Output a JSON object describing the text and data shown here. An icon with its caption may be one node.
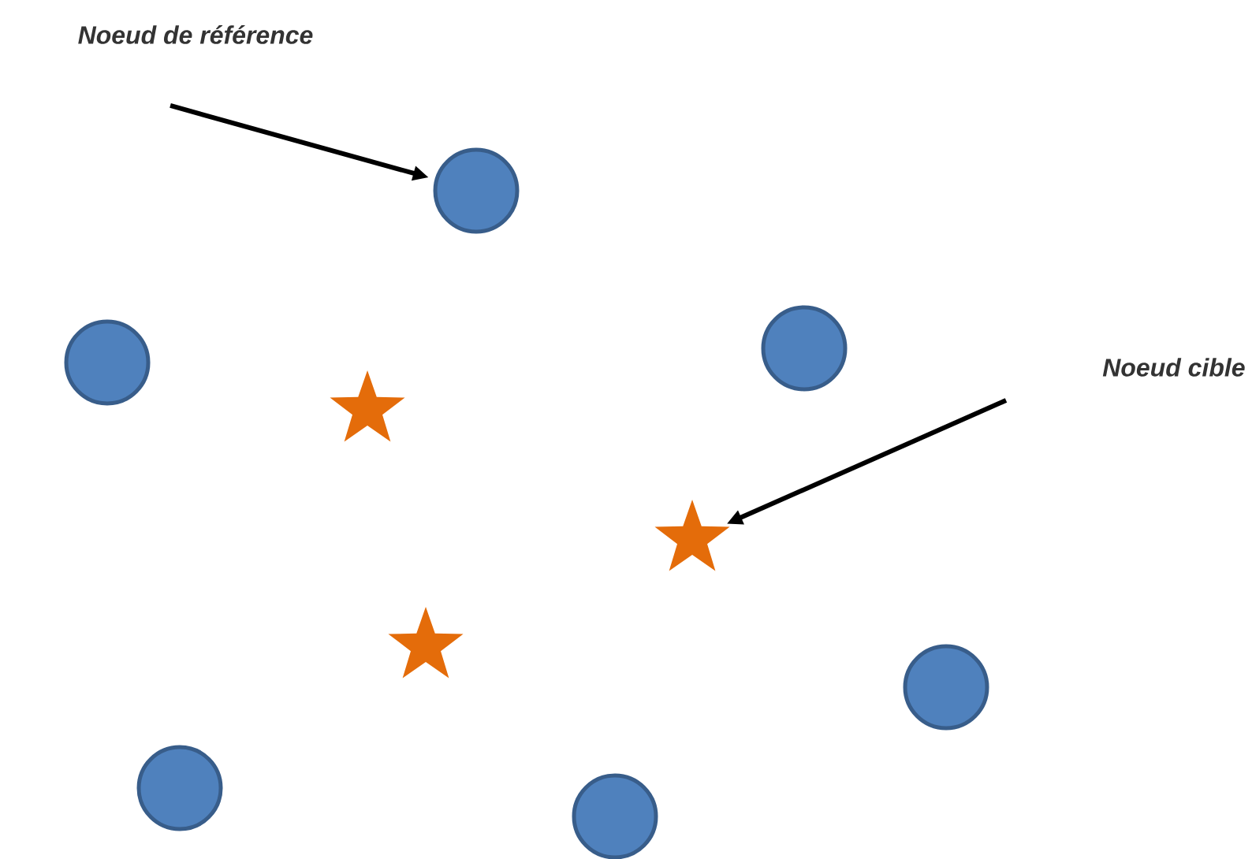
{
  "diagram": {
    "nodes": [
      {
        "text": [
          "Noeud de référence"
        ]
      },
      {
        "text": [
          "Noeud cible"
        ]
      },
      {
        "text": [],
        "shape": "circle"
      },
      {
        "text": [],
        "shape": "circle"
      },
      {
        "text": [],
        "shape": "circle"
      },
      {
        "text": [],
        "shape": "circle"
      },
      {
        "text": [],
        "shape": "circle"
      },
      {
        "text": [],
        "shape": "circle"
      },
      {
        "text": [],
        "shape": "star"
      },
      {
        "text": [],
        "shape": "star"
      },
      {
        "text": [],
        "shape": "star"
      }
    ],
    "edges": [
      {
        "from": 0,
        "to": 4,
        "arrow": "to"
      },
      {
        "from": 1,
        "to": 10,
        "arrow": "to"
      }
    ]
  }
}
